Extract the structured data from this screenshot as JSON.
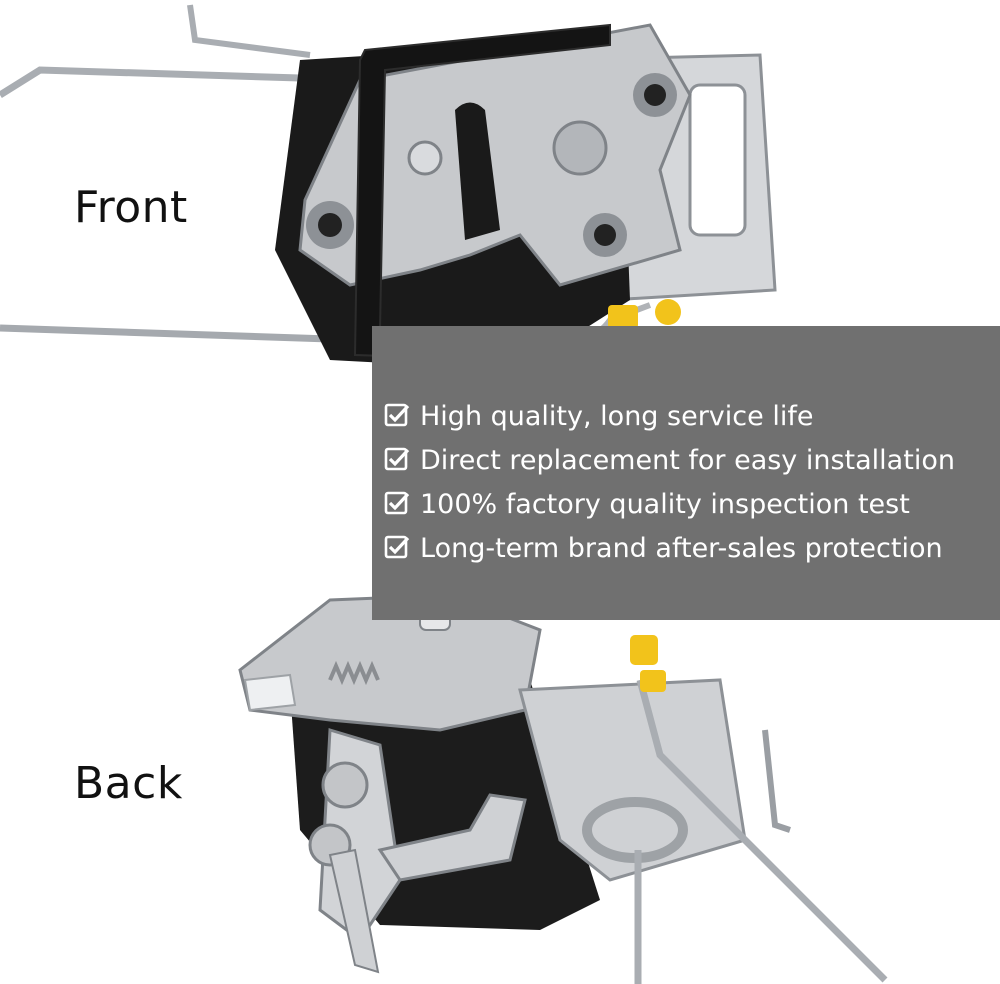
{
  "labels": {
    "front": "Front",
    "back": "Back"
  },
  "features": [
    "High quality, long service life",
    "Direct replacement for easy installation",
    "100% factory quality inspection test",
    "Long-term brand after-sales protection"
  ],
  "icons": {
    "feature_bullet": "checkbox-checked-icon"
  },
  "colors": {
    "panel": "#707070",
    "metal": "#c7c9cc",
    "housing": "#1a1a1a",
    "clip": "#f2c31b"
  }
}
